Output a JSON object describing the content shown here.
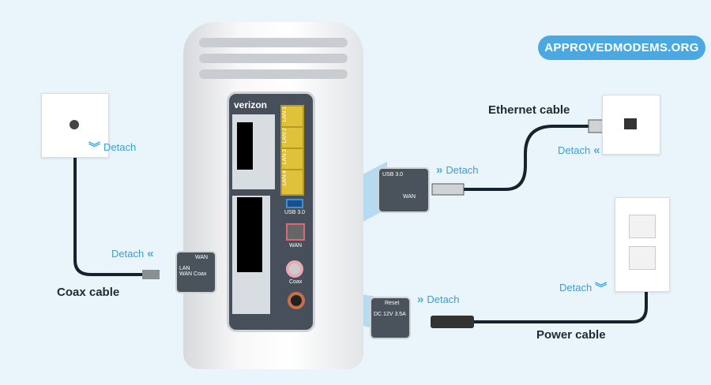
{
  "badge": "APPROVEDMODEMS.ORG",
  "router": {
    "brand": "verizon",
    "lan_ports": [
      "LAN 1",
      "LAN 2",
      "LAN 3",
      "LAN 4"
    ],
    "usb_label": "USB 3.0",
    "wan_label": "WAN",
    "coax_label": "Coax",
    "led_labels": [
      "LAN",
      "WAN"
    ],
    "reset_label": "Reset",
    "dc_label": "DC 12V 3.5A"
  },
  "callouts": {
    "coax": {
      "label": "Coax cable",
      "detach_wall": "Detach",
      "detach_router": "Detach"
    },
    "ethernet": {
      "label": "Ethernet cable",
      "detach_router": "Detach",
      "detach_wall": "Detach"
    },
    "power": {
      "label": "Power cable",
      "detach_router": "Detach",
      "detach_wall": "Detach"
    }
  },
  "colors": {
    "background": "#e9f4fb",
    "accent": "#4aa9e2",
    "cable": "#14232e",
    "text": "#1f2a33"
  }
}
